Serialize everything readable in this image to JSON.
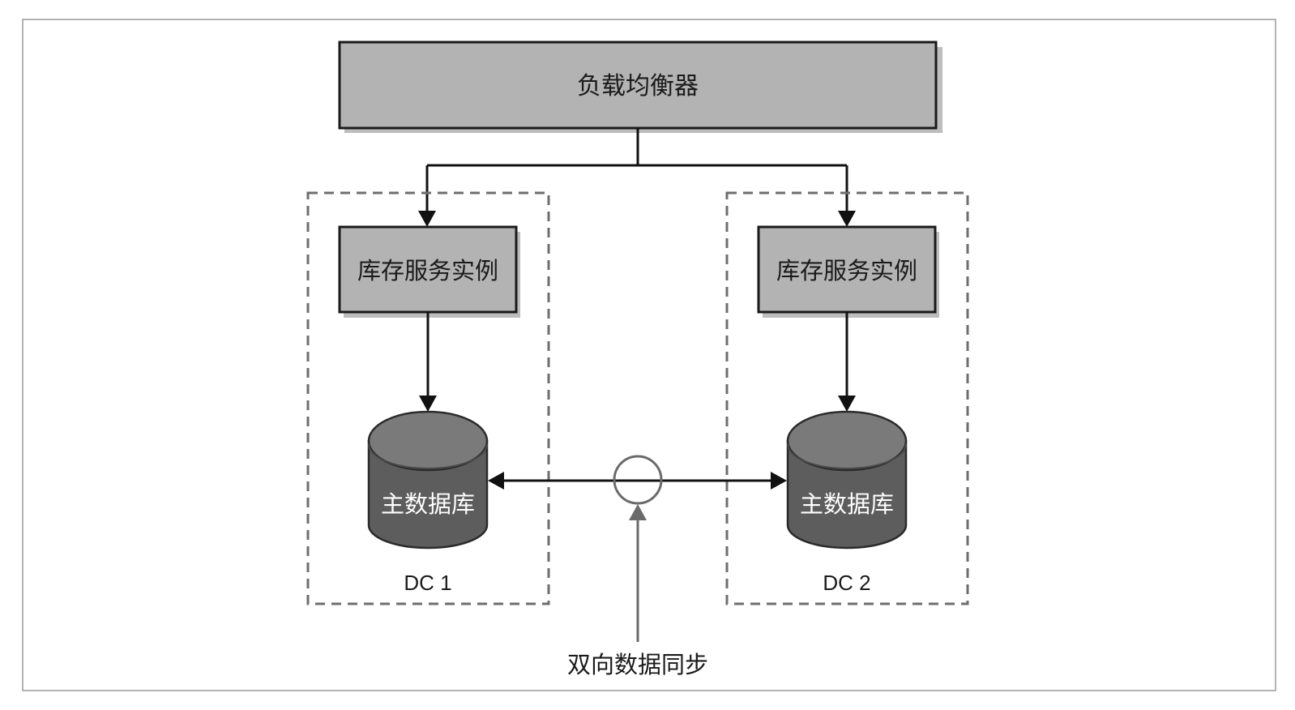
{
  "load_balancer": {
    "label": "负载均衡器"
  },
  "datacenters": [
    {
      "name": "DC 1",
      "service_label": "库存服务实例",
      "database_label": "主数据库"
    },
    {
      "name": "DC 2",
      "service_label": "库存服务实例",
      "database_label": "主数据库"
    }
  ],
  "sync": {
    "label": "双向数据同步"
  },
  "colors": {
    "box_fill": "#b3b3b3",
    "database_fill": "#5d5d5d",
    "database_top": "#7a7a7a",
    "line": "#111111",
    "sync_gray": "#6a6a6a",
    "dashed_border": "#6e6e6e"
  }
}
